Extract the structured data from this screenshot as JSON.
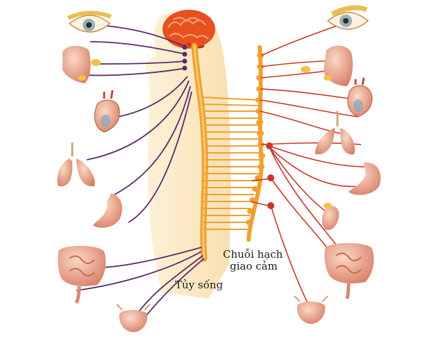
{
  "labels": {
    "sympathetic_chain_line1": "Chuỗi hạch",
    "sympathetic_chain_line2": "giao cảm",
    "spinal_cord": "Tủy sống"
  },
  "colors": {
    "parasympathetic_nerve": "#5a2a6a",
    "sympathetic_nerve": "#c8372a",
    "spinal_cord": "#f0a030",
    "brain": "#e8501e",
    "body_silhouette": "#fbe7c2",
    "organ_fill": "#e7a48a"
  },
  "organs": [
    "eye-left",
    "nose-mouth-left",
    "heart-left",
    "lungs-left",
    "stomach-left",
    "intestine-left",
    "bladder-left",
    "eye-right",
    "nose-mouth-right",
    "heart-right",
    "lungs-right",
    "stomach-right",
    "kidney-right",
    "intestine-right",
    "bladder-right"
  ]
}
